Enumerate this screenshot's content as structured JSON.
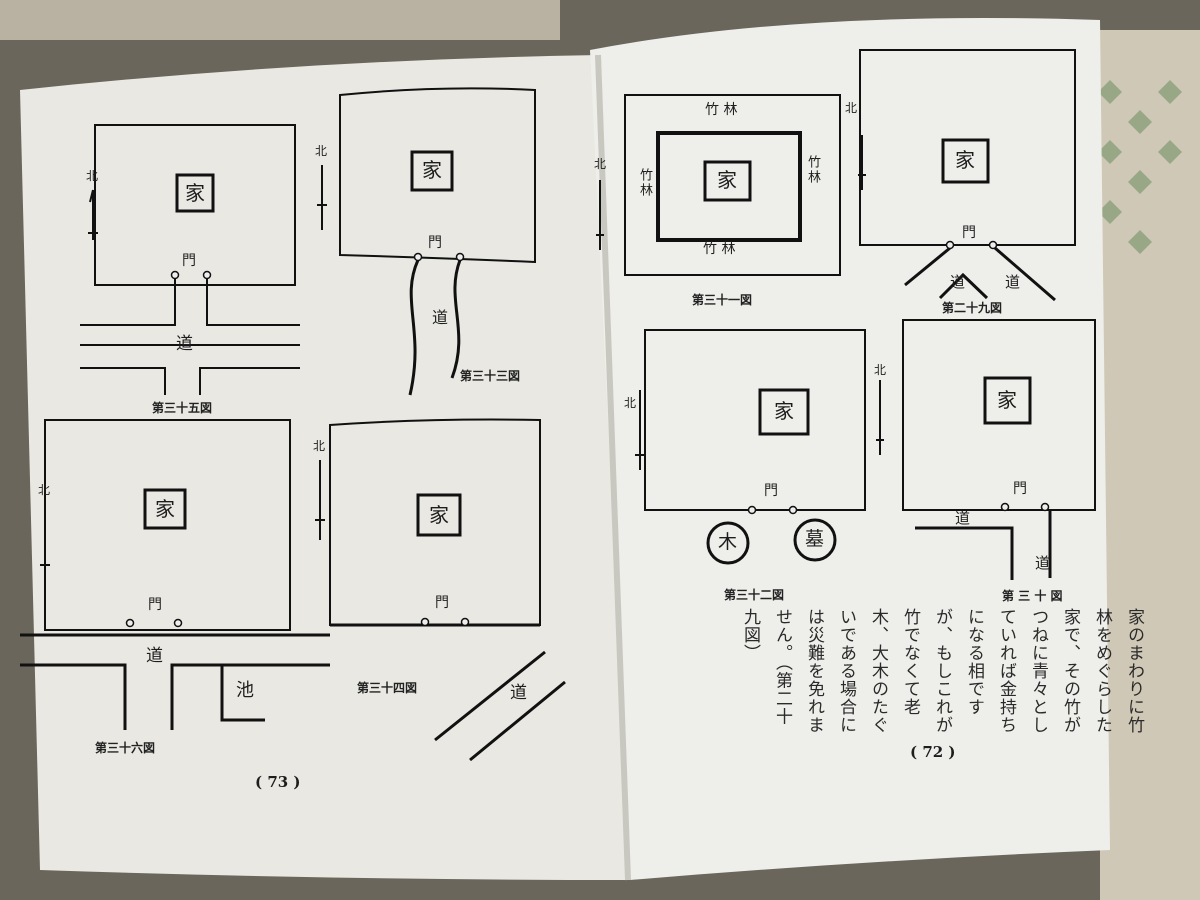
{
  "left_page": {
    "page_number": "( 73 )",
    "figures": [
      {
        "caption": "第三十五図",
        "house": "家",
        "gate": "門",
        "road": "道",
        "north": "北"
      },
      {
        "caption": "第三十三図",
        "house": "家",
        "gate": "門",
        "road": "道",
        "north": "北"
      },
      {
        "caption": "第三十六図",
        "house": "家",
        "gate": "門",
        "road": "道",
        "north": "北",
        "pond": "池"
      },
      {
        "caption": "第三十四図",
        "house": "家",
        "gate": "門",
        "road": "道",
        "north": "北"
      }
    ]
  },
  "right_page": {
    "page_number": "( 72 )",
    "figures": [
      {
        "caption": "第三十一図",
        "house": "家",
        "bamboo_top": "竹 林",
        "bamboo_bottom": "竹 林",
        "bamboo_left": "竹林",
        "bamboo_right": "竹林",
        "north": "北"
      },
      {
        "caption": "第二十九図",
        "house": "家",
        "gate": "門",
        "road_left": "道",
        "road_right": "道",
        "north": "北"
      },
      {
        "caption": "第三十二図",
        "house": "家",
        "gate": "門",
        "tree": "木",
        "grave": "墓",
        "north": "北"
      },
      {
        "caption": "第 三 十 図",
        "house": "家",
        "gate": "門",
        "road_top": "道",
        "road_bottom": "道",
        "north": "北"
      }
    ],
    "paragraph": "家のまわりに竹林をめぐらした家で、その竹がつねに青々としていれば金持ちになる相ですが、もしこれが竹でなくて老木、大木のたぐいである場合には災難を免れません。（第二十九図）"
  }
}
